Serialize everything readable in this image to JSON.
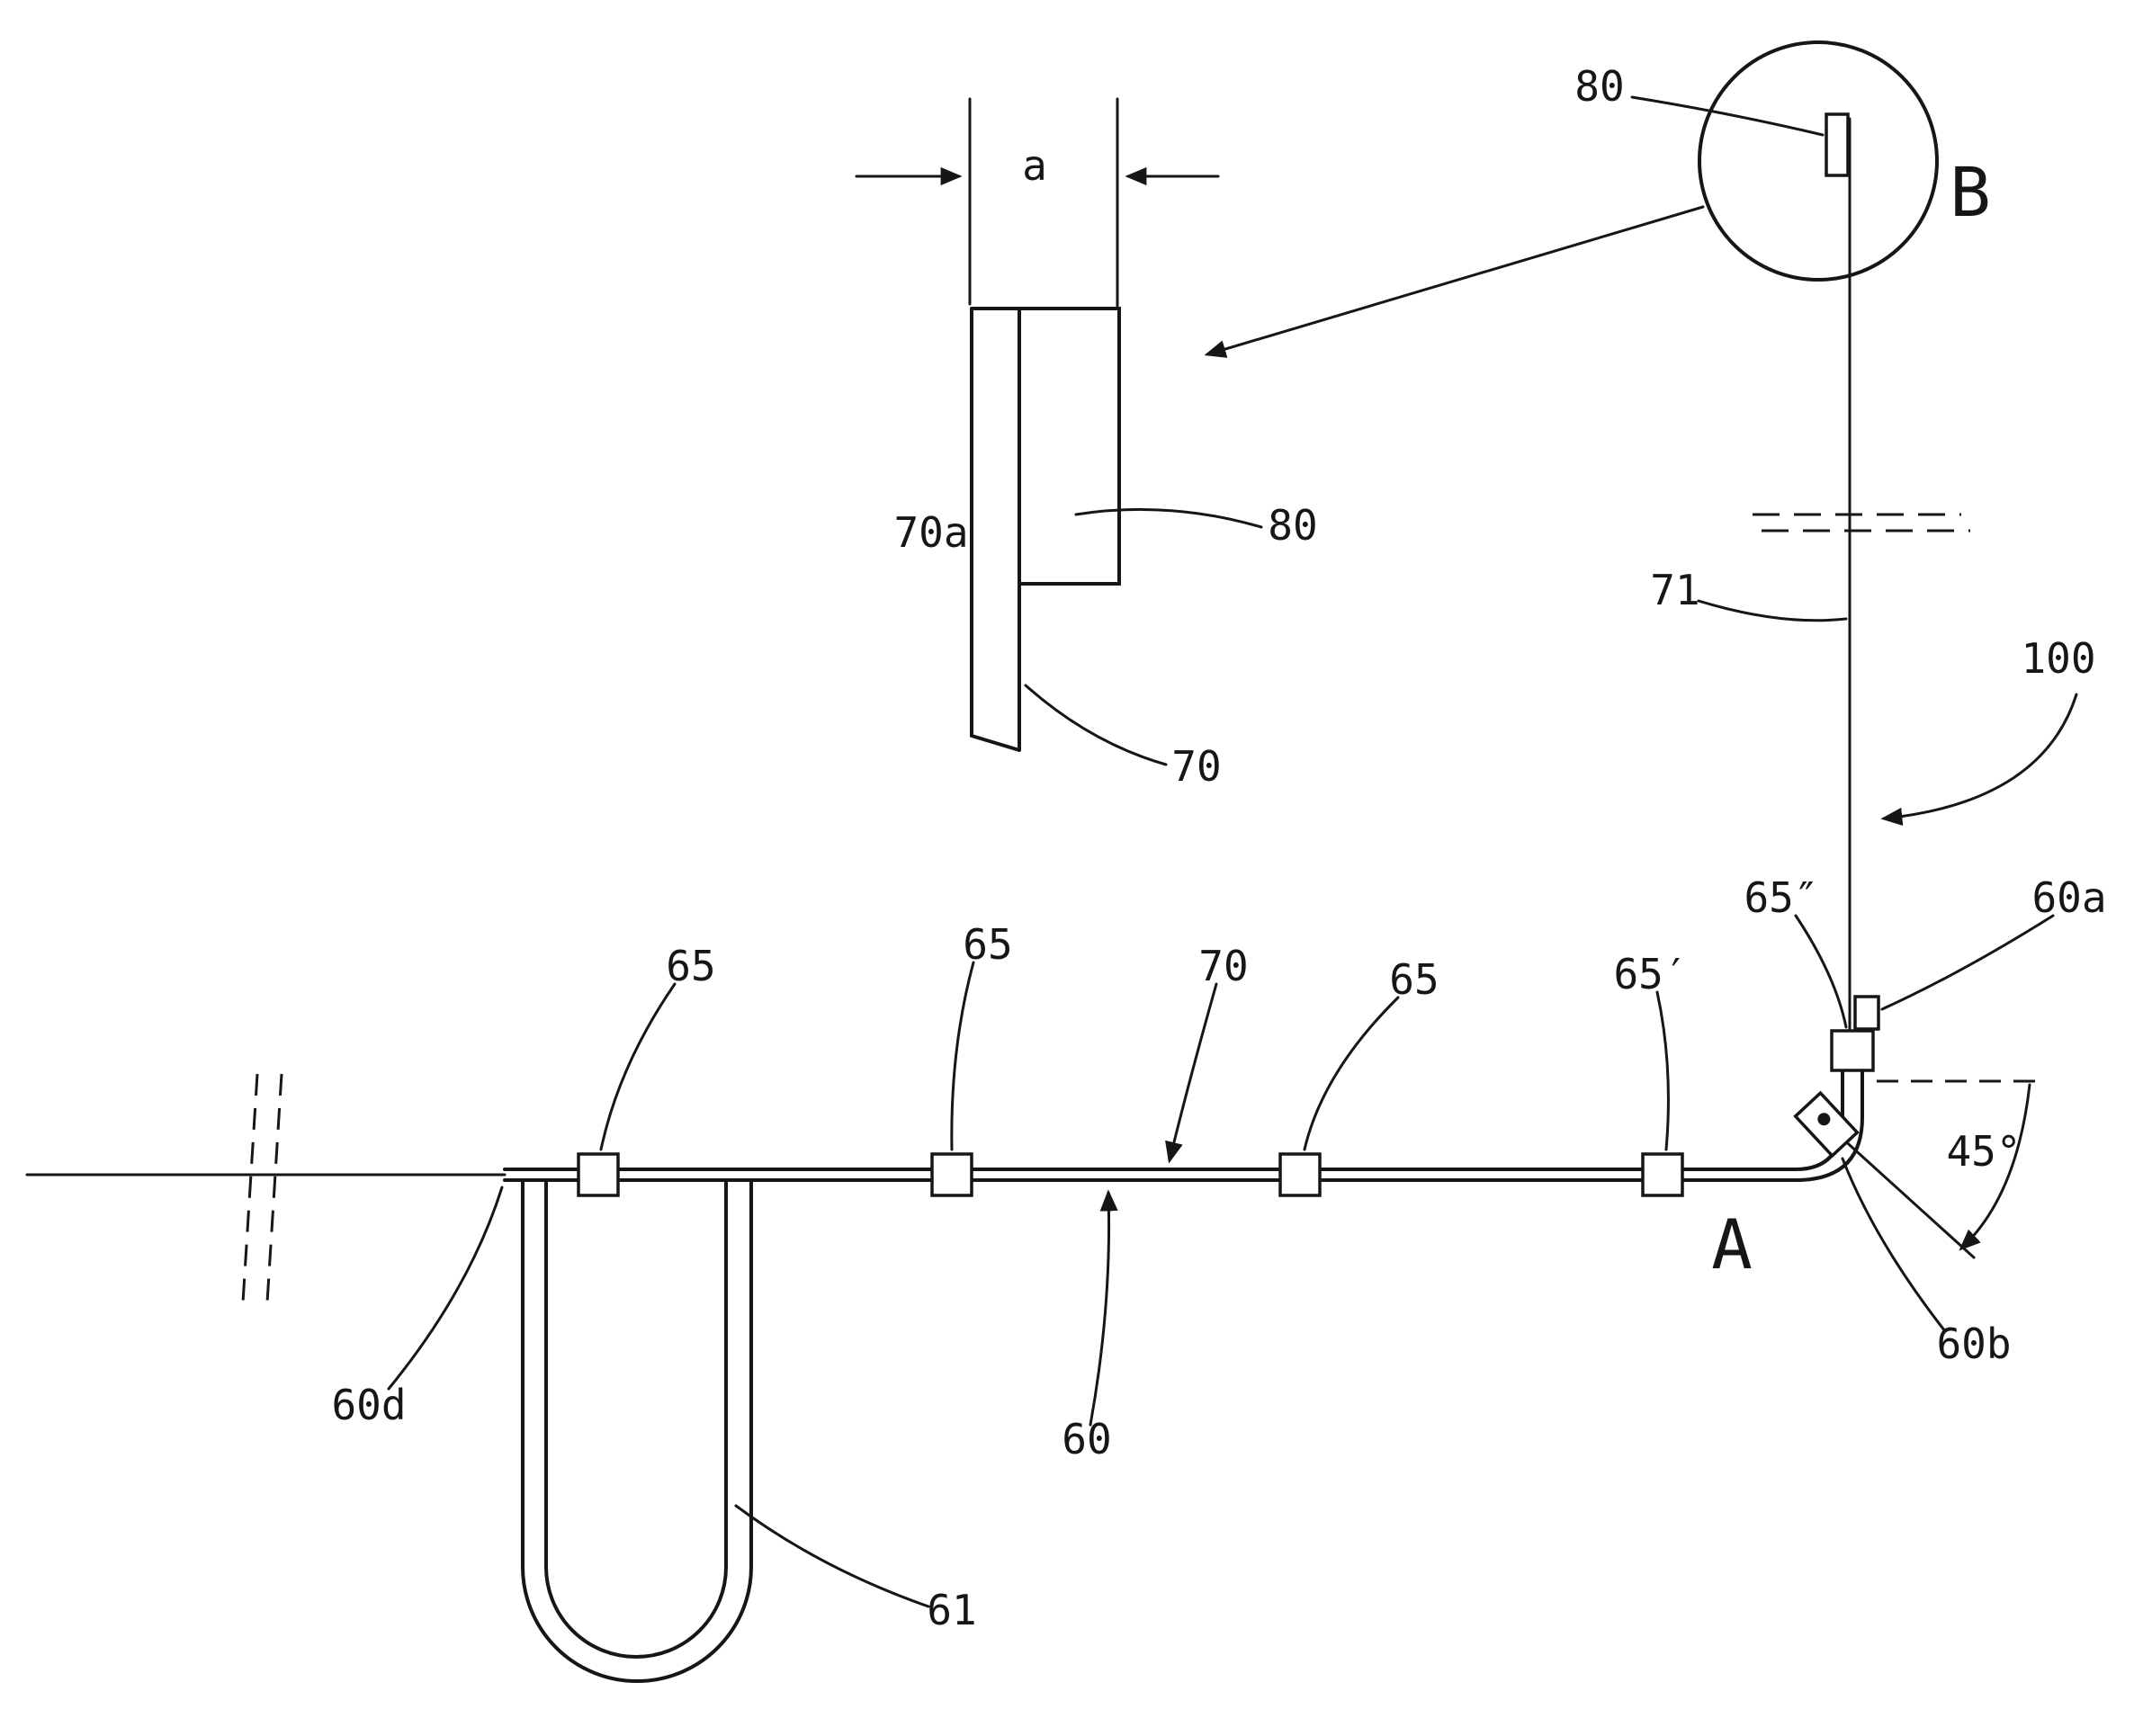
{
  "meta": {
    "figure_type": "patent-line-drawing",
    "ink_color": "#161616",
    "background_color": "#ffffff"
  },
  "labels": {
    "dim_a": "a",
    "marker_B": "B",
    "marker_A": "A",
    "angle_45": "45°",
    "ref_80_pulley": "80",
    "ref_80_detail": "80",
    "ref_70a": "70a",
    "ref_70_detail": "70",
    "ref_70_main": "70",
    "ref_71": "71",
    "ref_100": "100",
    "ref_65_1": "65",
    "ref_65_2": "65",
    "ref_65_3": "65",
    "ref_65_prime": "65′",
    "ref_65_doubleprime": "65″",
    "ref_60": "60",
    "ref_60a": "60a",
    "ref_60b": "60b",
    "ref_60d": "60d",
    "ref_61": "61"
  }
}
